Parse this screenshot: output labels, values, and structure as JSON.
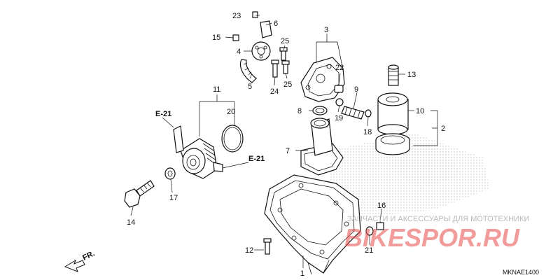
{
  "diagram": {
    "part_labels": {
      "p1": "1",
      "p2": "2",
      "p3": "3",
      "p4": "4",
      "p5": "5",
      "p6": "6",
      "p7": "7",
      "p8": "8",
      "p9": "9",
      "p10": "10",
      "p11": "11",
      "p12": "12",
      "p13": "13",
      "p14": "14",
      "p15": "15",
      "p16": "16",
      "p17": "17",
      "p18": "18",
      "p19": "19",
      "p20": "20",
      "p21": "21",
      "p22": "22",
      "p23": "23",
      "p24": "24",
      "p25a": "25",
      "p25b": "25"
    },
    "references": [
      "E-21",
      "E-21"
    ],
    "front_marker": "FR.",
    "diagram_code": "MKNAE1400",
    "watermark": {
      "text": "ЗАПЧАСТИ И АКСЕССУАРЫ ДЛЯ МОТОТЕХНИКИ",
      "logo": "BIKESPOR.RU"
    }
  }
}
